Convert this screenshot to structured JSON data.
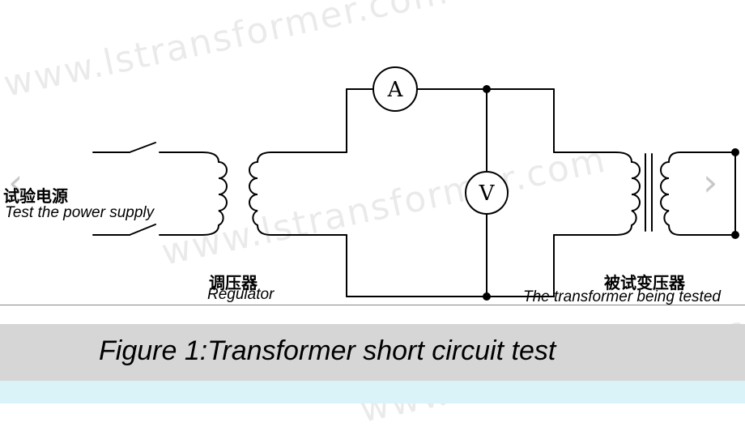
{
  "watermark": "www.lstransformer.com",
  "labels": {
    "power_supply_cn": "试验电源",
    "power_supply_en": "Test the power supply",
    "regulator_cn": "调压器",
    "regulator_en": "Regulator",
    "tested_transformer_cn": "被试变压器",
    "tested_transformer_en": "The transformer being tested"
  },
  "meters": {
    "ammeter": "A",
    "voltmeter": "V"
  },
  "caption": "Figure 1:Transformer short circuit test",
  "nav": {
    "prev_glyph": "‹",
    "next_glyph": "›"
  },
  "colors": {
    "caption_bar": "#d6d6d6",
    "bottom_strip": "#d9f3f8",
    "wire": "#000000"
  }
}
